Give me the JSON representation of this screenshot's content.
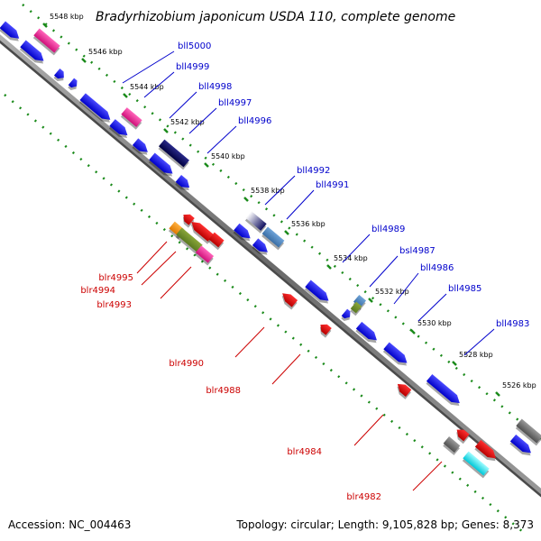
{
  "title": "Bradyrhizobium japonicum USDA 110, complete genome",
  "footer": {
    "accession": "Accession: NC_004463",
    "summary": "Topology: circular; Length: 9,105,828 bp; Genes: 8,373"
  },
  "colors": {
    "backbone": "#7a7a7a",
    "ticks": "#1a8a1a",
    "forward_label": "#0000cc",
    "reverse_label": "#cc0000"
  },
  "kbp_markers": [
    "5548 kbp",
    "5546 kbp",
    "5544 kbp",
    "5542 kbp",
    "5540 kbp",
    "5538 kbp",
    "5536 kbp",
    "5534 kbp",
    "5532 kbp",
    "5530 kbp",
    "5528 kbp",
    "5526 kbp"
  ],
  "forward_gene_labels": [
    "bll5000",
    "bll4999",
    "bll4998",
    "bll4997",
    "bll4996",
    "bll4992",
    "bll4991",
    "bll4989",
    "bsl4987",
    "bll4986",
    "bll4985",
    "bll4983"
  ],
  "reverse_gene_labels": [
    "blr4995",
    "blr4994",
    "blr4993",
    "blr4990",
    "blr4988",
    "blr4984",
    "blr4982"
  ]
}
